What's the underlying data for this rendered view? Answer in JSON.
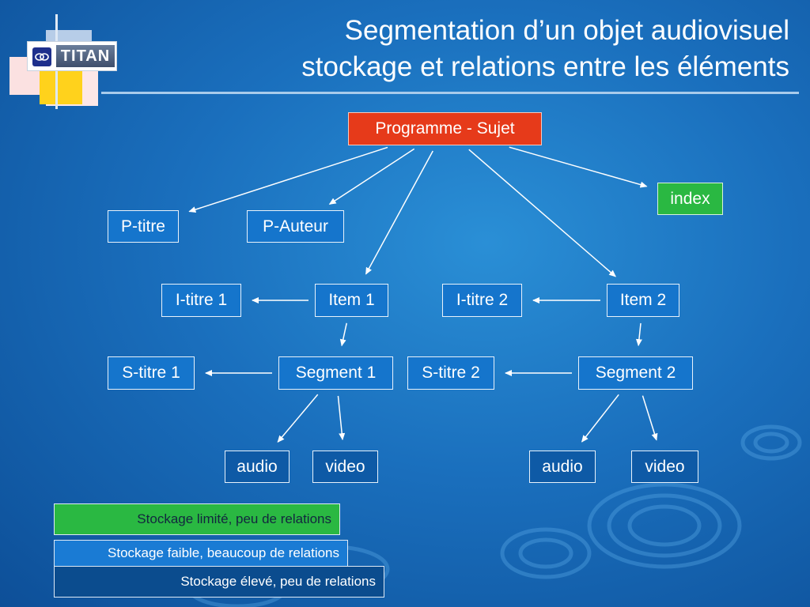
{
  "header": {
    "logo_text": "TITAN",
    "title_line1": "Segmentation d’un objet audiovisuel",
    "title_line2": "stockage et relations entre les éléments"
  },
  "diagram": {
    "nodes": {
      "programme": "Programme  - Sujet",
      "index": "index",
      "p_titre": "P-titre",
      "p_auteur": "P-Auteur",
      "i_titre_1": "I-titre 1",
      "item_1": "Item 1",
      "i_titre_2": "I-titre 2",
      "item_2": "Item 2",
      "s_titre_1": "S-titre 1",
      "segment_1": "Segment 1",
      "s_titre_2": "S-titre 2",
      "segment_2": "Segment 2",
      "audio_1": "audio",
      "video_1": "video",
      "audio_2": "audio",
      "video_2": "video"
    },
    "edges": [
      [
        "programme",
        "p_titre"
      ],
      [
        "programme",
        "p_auteur"
      ],
      [
        "programme",
        "item_1"
      ],
      [
        "programme",
        "item_2"
      ],
      [
        "programme",
        "index"
      ],
      [
        "item_1",
        "i_titre_1"
      ],
      [
        "item_2",
        "i_titre_2"
      ],
      [
        "item_1",
        "segment_1"
      ],
      [
        "item_2",
        "segment_2"
      ],
      [
        "segment_1",
        "s_titre_1"
      ],
      [
        "segment_2",
        "s_titre_2"
      ],
      [
        "segment_1",
        "audio_1"
      ],
      [
        "segment_1",
        "video_1"
      ],
      [
        "segment_2",
        "audio_2"
      ],
      [
        "segment_2",
        "video_2"
      ]
    ],
    "colors": {
      "root": "#e63a1a",
      "index": "#2ab842",
      "node": "#1575cc",
      "arrow": "#ffffff"
    }
  },
  "legend": {
    "limited": "Stockage limité, peu de relations",
    "low": "Stockage faible, beaucoup de relations",
    "high": "Stockage élevé,  peu de relations"
  }
}
